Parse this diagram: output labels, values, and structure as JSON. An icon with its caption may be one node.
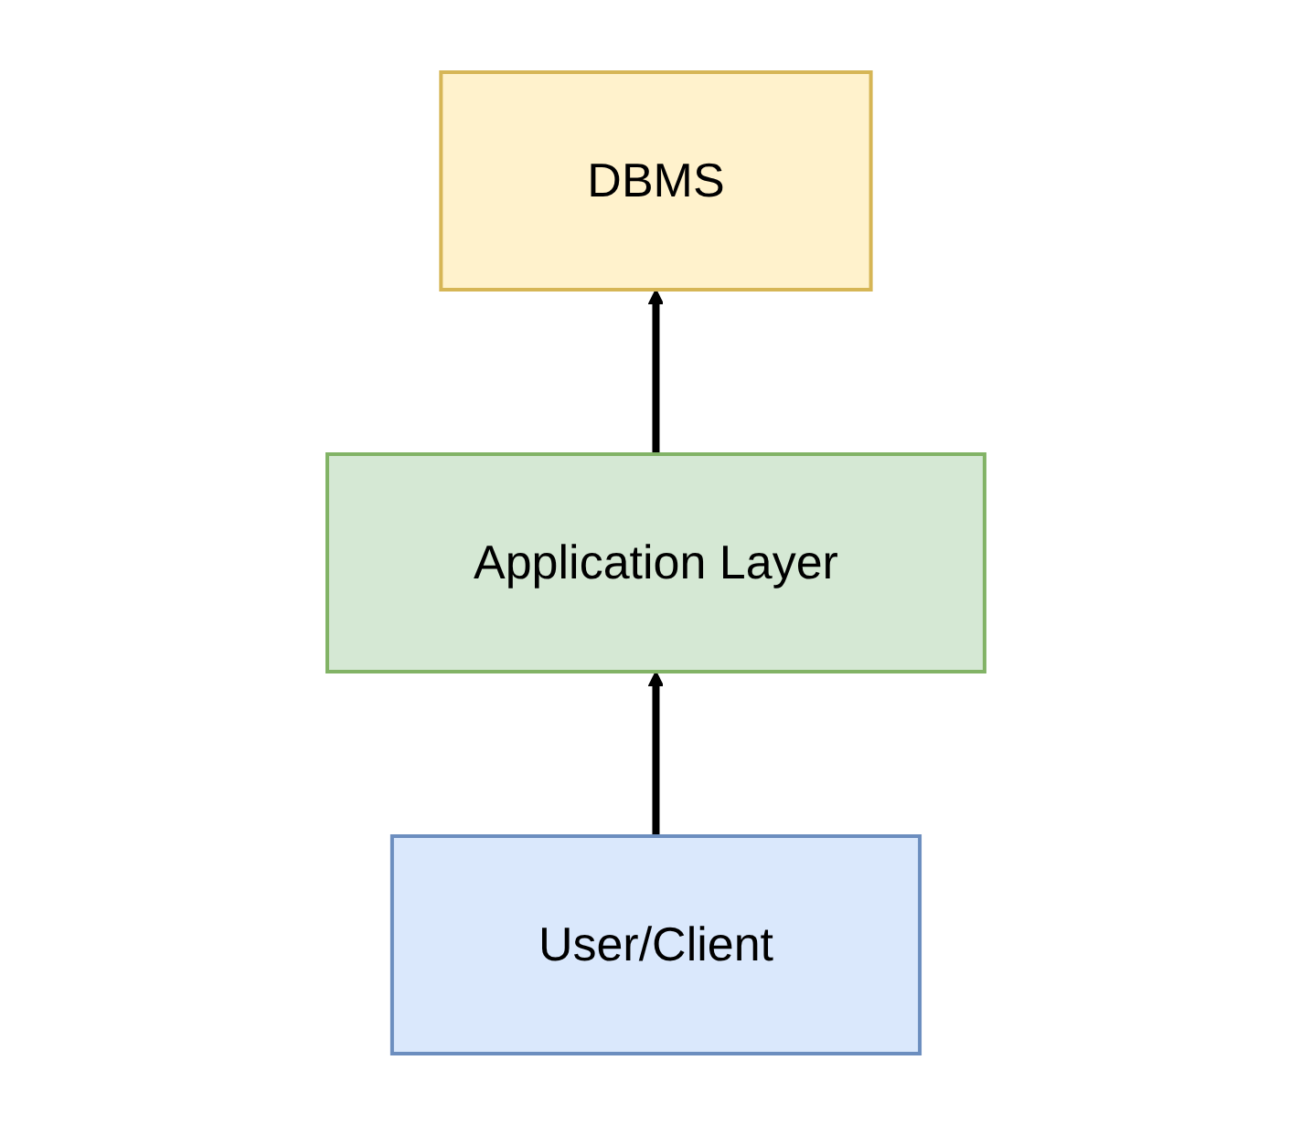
{
  "diagram": {
    "nodes": [
      {
        "text": [
          "DBMS"
        ]
      },
      {
        "text": [
          "Application Layer"
        ]
      },
      {
        "text": [
          "User/Client"
        ]
      }
    ],
    "edges": [
      {
        "from": 2,
        "to": 1,
        "arrow": "to"
      },
      {
        "from": 1,
        "to": 0,
        "arrow": "to"
      }
    ]
  }
}
